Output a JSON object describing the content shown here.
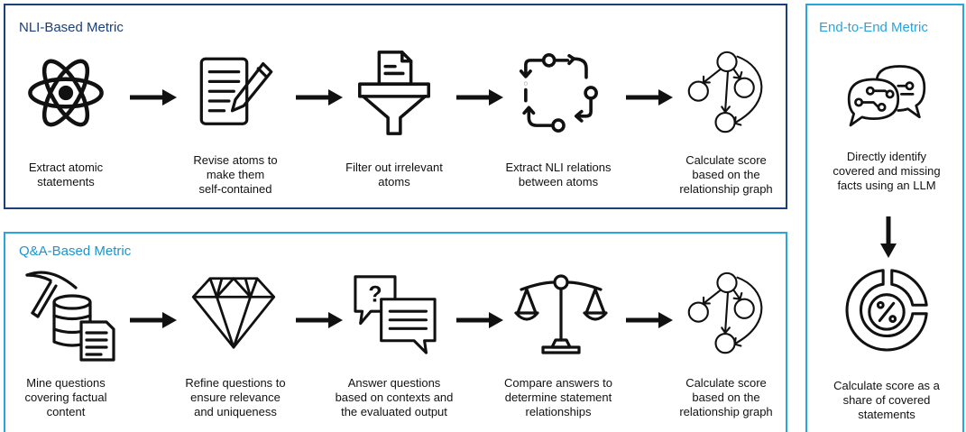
{
  "panels": {
    "nli": {
      "title": "NLI-Based Metric",
      "steps": [
        {
          "label": "Extract atomic statements",
          "lines": [
            "Extract atomic",
            "statements"
          ],
          "icon": "atom-icon"
        },
        {
          "label": "Revise atoms to make them self-contained",
          "lines": [
            "Revise atoms to",
            "make them",
            "self-contained"
          ],
          "icon": "document-edit-icon"
        },
        {
          "label": "Filter out irrelevant atoms",
          "lines": [
            "Filter out irrelevant",
            "atoms"
          ],
          "icon": "funnel-filter-icon"
        },
        {
          "label": "Extract NLI relations between atoms",
          "lines": [
            "Extract NLI relations",
            "between atoms"
          ],
          "icon": "cycle-arrows-icon"
        },
        {
          "label": "Calculate score based on the relationship graph",
          "lines": [
            "Calculate score",
            "based on the",
            "relationship graph"
          ],
          "icon": "graph-icon"
        }
      ]
    },
    "qa": {
      "title": "Q&A-Based Metric",
      "steps": [
        {
          "label": "Mine questions covering factual content",
          "lines": [
            "Mine questions",
            "covering factual",
            "content"
          ],
          "icon": "pickaxe-database-icon"
        },
        {
          "label": "Refine questions to ensure relevance and uniqueness",
          "lines": [
            "Refine questions to",
            "ensure relevance",
            "and uniqueness"
          ],
          "icon": "diamond-icon"
        },
        {
          "label": "Answer questions based on contexts and the evaluated output",
          "lines": [
            "Answer questions",
            "based on contexts and",
            "the evaluated output"
          ],
          "icon": "question-chat-icon"
        },
        {
          "label": "Compare answers to determine statement relationships",
          "lines": [
            "Compare answers to",
            "determine statement",
            "relationships"
          ],
          "icon": "balance-scale-icon"
        },
        {
          "label": "Calculate score based on the relationship graph",
          "lines": [
            "Calculate score",
            "based on the",
            "relationship graph"
          ],
          "icon": "graph-icon"
        }
      ]
    },
    "e2e": {
      "title": "End-to-End Metric",
      "steps": [
        {
          "label": "Directly identify covered and missing facts using an LLM",
          "lines": [
            "Directly identify",
            "covered and missing",
            "facts using an LLM"
          ],
          "icon": "ai-chat-icon"
        },
        {
          "label": "Calculate score as a share of covered statements",
          "lines": [
            "Calculate score as a",
            "share of covered",
            "statements"
          ],
          "icon": "percent-donut-icon"
        }
      ]
    }
  },
  "colors": {
    "nli_border": "#1b3f7a",
    "qa_border": "#2aa4dc",
    "e2e_border": "#2aa4dc",
    "icon": "#111111"
  }
}
